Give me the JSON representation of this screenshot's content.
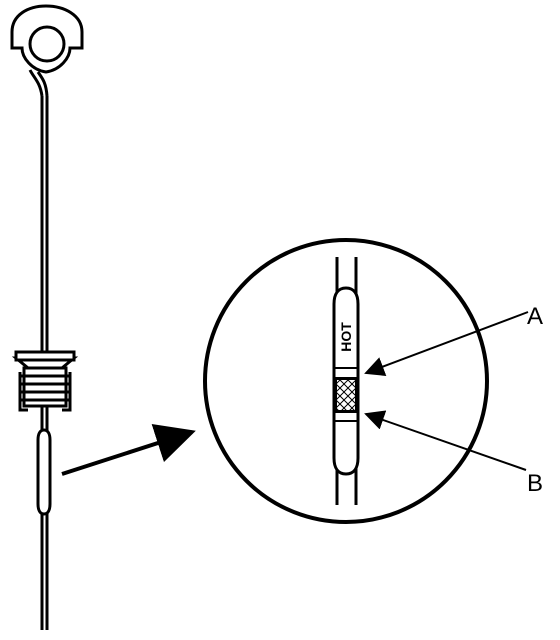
{
  "diagram": {
    "dipstick_marking": "HOT",
    "callouts": {
      "a": "A",
      "b": "B"
    }
  },
  "colors": {
    "line": "#000000",
    "background": "#ffffff"
  }
}
